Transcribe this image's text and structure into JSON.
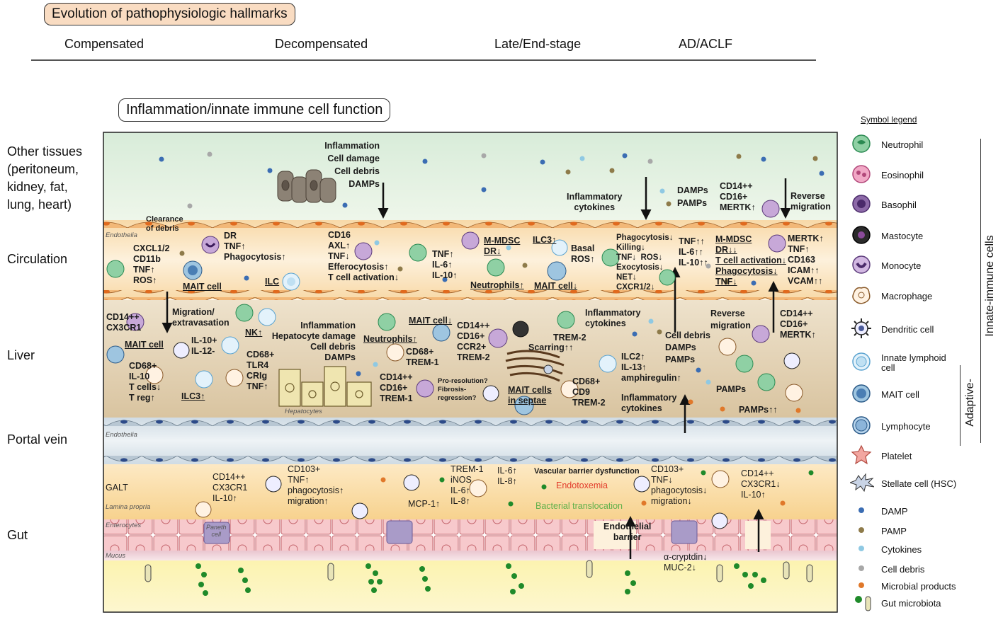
{
  "header": {
    "title": "Evolution of pathophysiologic hallmarks",
    "stages": [
      "Compensated",
      "Decompensated",
      "Late/End-stage",
      "AD/ACLF"
    ]
  },
  "panel": {
    "title": "Inflammation/innate immune cell function"
  },
  "rows": {
    "other": "Other tissues\n(peritoneum,\nkidney, fat,\nlung, heart)",
    "circulation": "Circulation",
    "liver": "Liver",
    "portal": "Portal vein",
    "gut": "Gut"
  },
  "labels": {
    "endothelia1": "Endothelia",
    "endothelia2": "Endothelia",
    "hepatocytes": "Hepatocytes",
    "lamina": "Lamina propria",
    "enterocytes": "Enterocytes",
    "mucus": "Mucus",
    "paneth": "Paneth\ncell",
    "galt": "GALT"
  },
  "annotations": {
    "other_center": "Inflammation\nCell damage\nCell debris\nDAMPs",
    "other_cytokines": "Inflammatory\ncytokines",
    "other_damps": "DAMPs\nPAMPs",
    "other_cd14": "CD14++\nCD16+\nMERTK↑",
    "other_reverse": "Reverse\nmigration",
    "clearance": "Clearance\nof debris",
    "c_cxcl": "CXCL1/2\nCD11b\nTNF↑\nROS↑",
    "c_dr": "DR\nTNF↑\nPhagocytosis↑",
    "c_mait": "MAIT cell",
    "c_ilc": "ILC",
    "c_cd16": "CD16\nAXL↑\nTNF↓\nEfferocytosis↑\nT cell activation↓",
    "c_tnf": "TNF↑\nIL-6↑\nIL-10↑",
    "c_mmdsc": "M-MDSC\nDR↓",
    "c_neut": "Neutrophils↑",
    "c_ilc3": "ILC3↑",
    "c_mait2": "MAIT cell↓",
    "c_basal": "Basal\nROS↑",
    "c_phago": "Phagocytosis↓\nKilling↓\nTNF↓  ROS↓\nExocytosis↓\nNET↓\nCXCR1/2↓",
    "c_tnf2": "TNF↑↑\nIL-6↑↑\nIL-10↑↑",
    "c_mmdsc2": "M-MDSC\nDR↓↓\nT cell activation↓\nPhagocytosis↓\nTNF↓",
    "c_mertk": "MERTK↑\nTNF↑\nCD163\nICAM↑↑\nVCAM↑↑",
    "l_cd14": "CD14++\nCX3CR1",
    "l_mig": "Migration/\nextravasation",
    "l_nk": "NK↑",
    "l_il10": "IL-10+\nIL-12-",
    "l_mait": "MAIT cell",
    "l_cd68a": "CD68+\nIL-10\nT cells↓\nT reg↑",
    "l_ilc3": "ILC3↑",
    "l_cd68b": "CD68+\nTLR4\nCRIg\nTNF↑",
    "l_center": "Inflammation\nHepatocyte damage\nCell debris\nDAMPs",
    "l_neut": "Neutrophils↑",
    "l_mait2": "MAIT cell↓",
    "l_cd68c": "CD68+\nTREM-1",
    "l_cd14b": "CD14++\nCD16+\nCCR2+\nTREM-2",
    "l_cd14c": "CD14++\nCD16+\nTREM-1",
    "l_prores": "Pro-resolution?\nFibrosis-\nregression?",
    "l_scar": "Scarring↑↑",
    "l_trem2": "TREM-2",
    "l_mait3": "MAIT cells\nin septae",
    "l_cd68d": "CD68+\nCD9\nTREM-2",
    "l_infl": "Inflammatory\ncytokines",
    "l_ilc2": "ILC2↑\nIL-13↑\namphiregulin↑",
    "l_infl2": "Inflammatory\ncytokines",
    "l_debris": "Cell debris\nDAMPs\nPAMPs",
    "l_reverse": "Reverse\nmigration",
    "l_cd14d": "CD14++\nCD16+\nMERTK↑",
    "l_pamps": "PAMPs",
    "l_pamps2": "PAMPs↑↑",
    "g_cd14": "CD14++\nCX3CR1\nIL-10↑",
    "g_cd103": "CD103+\nTNF↑\nphagocytosis↑\nmigration↑",
    "g_mcp": "MCP-1↑",
    "g_trem": "TREM-1\niNOS\nIL-6↑\nIL-8↑",
    "g_il6": "IL-6↑\nIL-8↑",
    "g_vascular": "Vascular barrier dysfunction",
    "g_endotox": "Endotoxemia",
    "g_bact": "Bacterial translocation",
    "g_cd103b": "CD103+\nTNF↓\nphagocytosis↓\nmigration↓",
    "g_cd14b": "CD14++\nCX3CR1↓\nIL-10↑",
    "g_endo": "Endothelial\nbarrier",
    "g_crypt": "α-cryptdin↓\nMUC-2↓"
  },
  "legend": {
    "title": "Symbol legend",
    "items": [
      {
        "label": "Neutrophil",
        "icon": "neutrophil-icon"
      },
      {
        "label": "Eosinophil",
        "icon": "eosinophil-icon"
      },
      {
        "label": "Basophil",
        "icon": "basophil-icon"
      },
      {
        "label": "Mastocyte",
        "icon": "mastocyte-icon"
      },
      {
        "label": "Monocyte",
        "icon": "monocyte-icon"
      },
      {
        "label": "Macrophage",
        "icon": "macrophage-icon"
      },
      {
        "label": "Dendritic cell",
        "icon": "dendritic-cell-icon"
      },
      {
        "label": "Innate lymphoid\ncell",
        "icon": "ilc-icon"
      },
      {
        "label": "MAIT cell",
        "icon": "mait-cell-icon"
      },
      {
        "label": "Lymphocyte",
        "icon": "lymphocyte-icon"
      },
      {
        "label": "Platelet",
        "icon": "platelet-icon"
      },
      {
        "label": "Stellate cell (HSC)",
        "icon": "stellate-cell-icon"
      },
      {
        "label": "DAMP",
        "icon": "damp-dot-icon"
      },
      {
        "label": "PAMP",
        "icon": "pamp-dot-icon"
      },
      {
        "label": "Cytokines",
        "icon": "cytokine-dot-icon"
      },
      {
        "label": "Cell debris",
        "icon": "debris-dot-icon"
      },
      {
        "label": "Microbial products",
        "icon": "microbial-dot-icon"
      },
      {
        "label": "Gut microbiota",
        "icon": "microbiota-icon"
      }
    ],
    "group_innate": "Innate-immune cells",
    "group_adaptive": "Adaptive-"
  },
  "colors": {
    "other_bg": "#dcefdf",
    "circulation_bg": "#fbe7c4",
    "liver_bg": "#e4d3b4",
    "portal_bg": "#dde6ec",
    "gut_bg": "#fbe6b8",
    "damp": "#3b6db3",
    "pamp": "#8e7b4a",
    "cytokine": "#8fc9e3",
    "debris": "#a8a8a8",
    "microbial": "#e0782a",
    "microbiota": "#1f8a2a",
    "endotoxemia": "#e23a2a",
    "bacterial": "#5fb04a"
  }
}
